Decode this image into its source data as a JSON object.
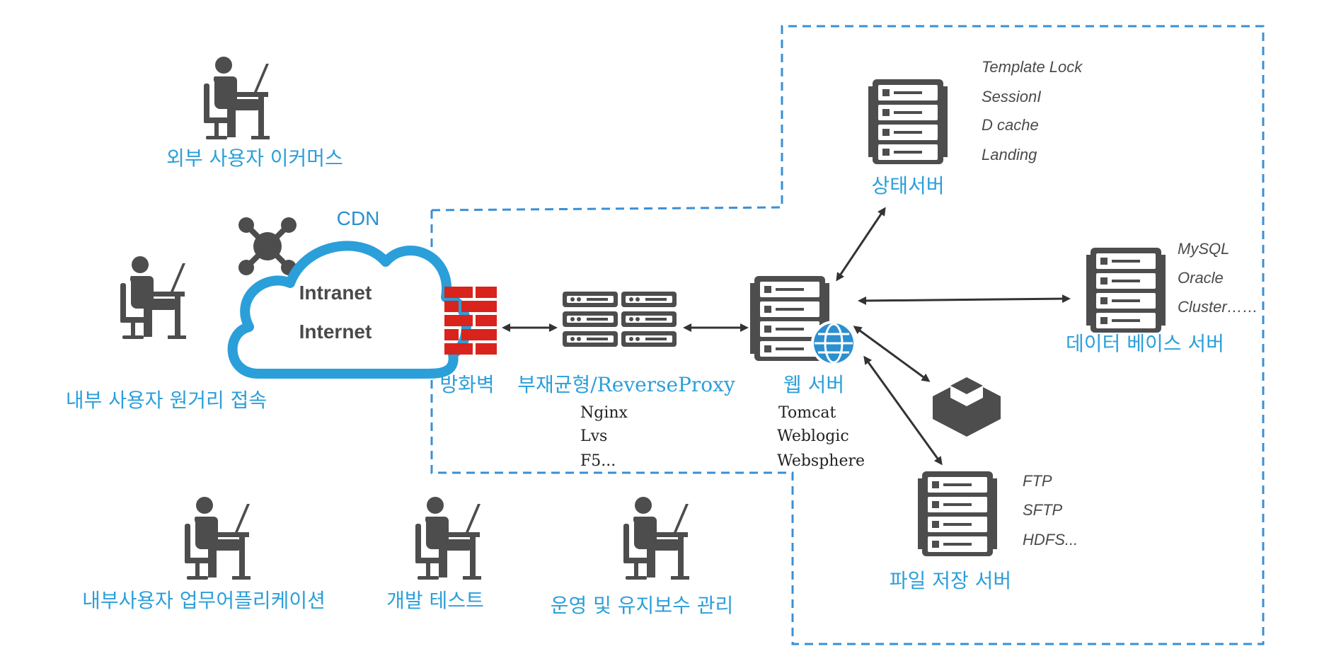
{
  "colors": {
    "accent": "#2b9fd9",
    "icon": "#4d4d4d",
    "firewall": "#d9231d",
    "zone_border": "#3a8fd6",
    "arrow": "#333333"
  },
  "users": {
    "external_ecommerce": "외부 사용자 이커머스",
    "internal_remote": "내부 사용자 원거리 접속",
    "internal_business_app": "내부사용자 업무어플리케이션",
    "dev_test": "개발 테스트",
    "ops_maintenance": "운영 및 유지보수 관리"
  },
  "cloud": {
    "cdn_label": "CDN",
    "line1": "Intranet",
    "line2": "Internet"
  },
  "firewall": {
    "label": "방화벽"
  },
  "load_balancer": {
    "label": "부재균형/ReverseProxy",
    "items": [
      "Nginx",
      "Lvs",
      "F5..."
    ]
  },
  "web_server": {
    "label": "웹 서버",
    "items": [
      "Tomcat",
      "Weblogic",
      "Websphere"
    ]
  },
  "state_server": {
    "label": "상태서버",
    "items": [
      "Template Lock",
      "SessionI",
      "D cache",
      "Landing"
    ]
  },
  "db_server": {
    "label": "데이터 베이스 서버",
    "items": [
      "MySQL",
      "Oracle",
      "Cluster……"
    ]
  },
  "file_server": {
    "label": "파일 저장 서버",
    "items": [
      "FTP",
      "SFTP",
      "HDFS..."
    ]
  },
  "icons": {
    "user": "user-at-desk-icon",
    "server": "server-rack-icon",
    "globe": "globe-icon",
    "firewall": "firewall-brick-icon",
    "storage": "storage-box-icon",
    "network": "network-hub-icon"
  }
}
